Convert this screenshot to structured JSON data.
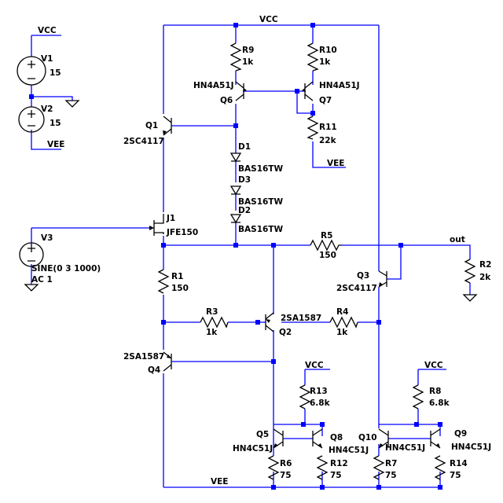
{
  "nets": {
    "vcc_top": "VCC",
    "vcc_v1": "VCC",
    "vee_v2": "VEE",
    "vee_r11": "VEE",
    "vee_bottom": "VEE",
    "vcc_r13": "VCC",
    "vcc_r8": "VCC",
    "out": "out"
  },
  "parts": {
    "V1": {
      "ref": "V1",
      "value": "15"
    },
    "V2": {
      "ref": "V2",
      "value": "15"
    },
    "V3": {
      "ref": "V3",
      "value": "SINE(0 3 1000)",
      "ac": "AC 1"
    },
    "R9": {
      "ref": "R9",
      "value": "1k"
    },
    "R10": {
      "ref": "R10",
      "value": "1k"
    },
    "R11": {
      "ref": "R11",
      "value": "22k"
    },
    "R1": {
      "ref": "R1",
      "value": "150"
    },
    "R5": {
      "ref": "R5",
      "value": "150"
    },
    "R2": {
      "ref": "R2",
      "value": "2k"
    },
    "R3": {
      "ref": "R3",
      "value": "1k"
    },
    "R4": {
      "ref": "R4",
      "value": "1k"
    },
    "R13": {
      "ref": "R13",
      "value": "6.8k"
    },
    "R8": {
      "ref": "R8",
      "value": "6.8k"
    },
    "R6": {
      "ref": "R6",
      "value": "75"
    },
    "R12": {
      "ref": "R12",
      "value": "75"
    },
    "R7": {
      "ref": "R7",
      "value": "75"
    },
    "R14": {
      "ref": "R14",
      "value": "75"
    },
    "Q1": {
      "ref": "Q1",
      "model": "2SC4117"
    },
    "Q3": {
      "ref": "Q3",
      "model": "2SC4117"
    },
    "Q6": {
      "ref": "Q6",
      "model": "HN4A51J"
    },
    "Q7": {
      "ref": "Q7",
      "model": "HN4A51J"
    },
    "Q2": {
      "ref": "Q2",
      "model": "2SA1587"
    },
    "Q4": {
      "ref": "Q4",
      "model": "2SA1587"
    },
    "Q5": {
      "ref": "Q5",
      "model": "HN4C51J"
    },
    "Q8": {
      "ref": "Q8",
      "model": "HN4C51J"
    },
    "Q9": {
      "ref": "Q9",
      "model": "HN4C51J"
    },
    "Q10": {
      "ref": "Q10",
      "model": "HN4C51J"
    },
    "J1": {
      "ref": "J1",
      "model": "JFE150"
    },
    "D1": {
      "ref": "D1",
      "model": "BAS16TW"
    },
    "D3": {
      "ref": "D3",
      "model": "BAS16TW"
    },
    "D2": {
      "ref": "D2",
      "model": "BAS16TW"
    }
  },
  "colors": {
    "wire": "#0000ff",
    "component": "#000000",
    "background": "#ffffff"
  }
}
